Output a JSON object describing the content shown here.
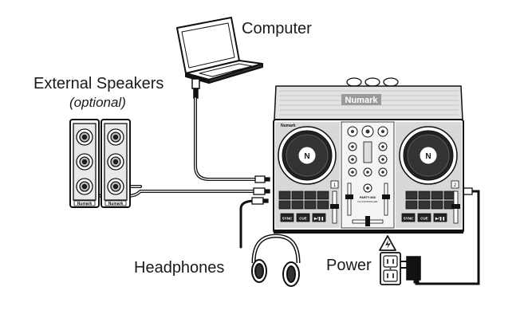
{
  "labels": {
    "computer": "Computer",
    "external_speakers": "External Speakers",
    "optional": "(optional)",
    "headphones": "Headphones",
    "power": "Power"
  },
  "device": {
    "brand": "Numark",
    "model": "PARTY MIX",
    "subtitle": "DJ CONTROLLER",
    "buttons": {
      "sync": "SYNC",
      "cue": "CUE",
      "play_pause": "▶/❚❚"
    },
    "deck_left": "1",
    "deck_right": "2"
  },
  "speakers": {
    "brand": "Numark"
  },
  "icons": {
    "laptop": "laptop-icon",
    "speaker": "speaker-icon",
    "headphones": "headphones-icon",
    "outlet": "power-outlet-icon",
    "adapter": "power-adapter-icon",
    "warning": "electric-warning-icon"
  }
}
